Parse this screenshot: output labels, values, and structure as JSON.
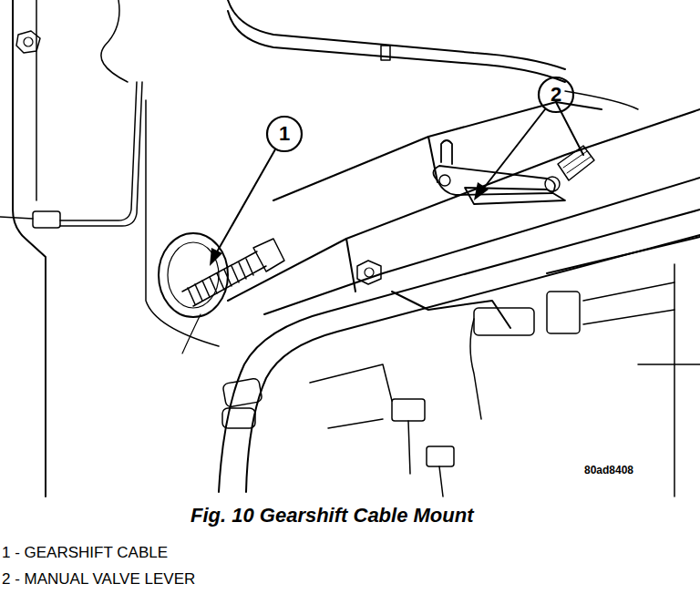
{
  "diagram": {
    "caption": "Fig. 10 Gearshift Cable Mount",
    "labels": [
      "1",
      "2",
      "80ad8408",
      "1 - GEARSHIFT CABLE",
      "2 - MANUAL VALVE LEVER"
    ]
  }
}
